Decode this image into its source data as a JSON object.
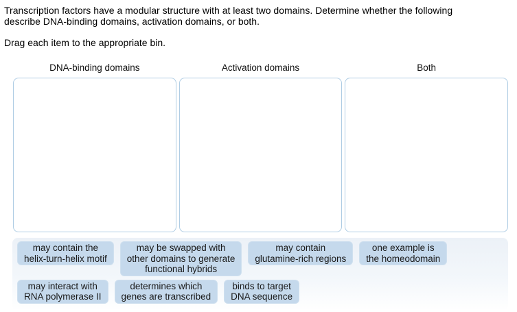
{
  "question": {
    "prompt": "Transcription factors have a modular structure with at least two domains. Determine whether the following\ndescribe DNA-binding domains, activation domains, or both.",
    "instruction": "Drag each item to the appropriate bin."
  },
  "bins": [
    {
      "label": "DNA-binding domains"
    },
    {
      "label": "Activation domains"
    },
    {
      "label": "Both"
    }
  ],
  "chips": [
    {
      "label": "may contain the\nhelix-turn-helix motif"
    },
    {
      "label": "may be swapped with\nother domains to generate\nfunctional hybrids"
    },
    {
      "label": "may contain\nglutamine-rich regions"
    },
    {
      "label": "one example is\nthe homeodomain"
    },
    {
      "label": "may interact with\nRNA polymerase II"
    },
    {
      "label": "determines which\ngenes are transcribed"
    },
    {
      "label": "binds to target\nDNA sequence"
    }
  ],
  "colors": {
    "chip_bg": "#c5d9ec",
    "bin_border": "#afcde4",
    "panel_top": "#ecf1f7"
  }
}
